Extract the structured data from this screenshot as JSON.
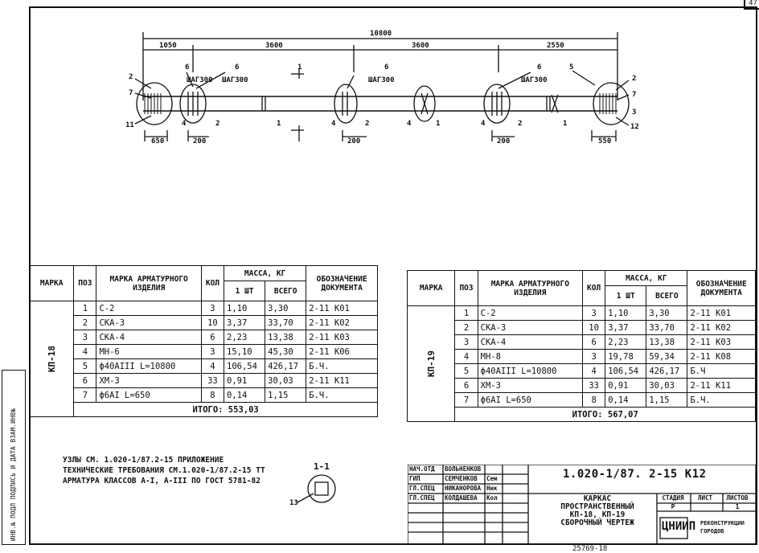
{
  "page_number": "47",
  "drawing": {
    "total_length": "10800",
    "span_1": "1050",
    "span_2": "3600",
    "span_3": "3600",
    "span_4": "2550",
    "step_left": "ШАГ300",
    "step_left2": "ШАГ300",
    "step_mid": "ШАГ300",
    "step_right": "ШАГ300",
    "dim_650": "650",
    "dim_550": "550",
    "dim_200a": "200",
    "dim_200b": "200",
    "dim_200c": "200",
    "pos_labels": [
      "2",
      "7",
      "11",
      "6",
      "6",
      "4",
      "2",
      "1",
      "1",
      "6",
      "4",
      "2",
      "4",
      "1",
      "6",
      "4",
      "2",
      "1",
      "5",
      "2",
      "7",
      "3",
      "12"
    ]
  },
  "table_columns": {
    "marka": "МАРКА",
    "poz": "ПОЗ",
    "item_mark": "МАРКА АРМАТУРНОГО ИЗДЕЛИЯ",
    "kol": "КОЛ",
    "mass": "МАССА, КГ",
    "one": "1 ШТ",
    "total": "ВСЕГО",
    "doc": "ОБОЗНАЧЕНИЕ ДОКУМЕНТА"
  },
  "table_left": {
    "mark": "КП-18",
    "rows": [
      {
        "poz": "1",
        "item": "С-2",
        "kol": "3",
        "one": "1,10",
        "total": "3,30",
        "doc": "2-11 К01"
      },
      {
        "poz": "2",
        "item": "СКА-3",
        "kol": "10",
        "one": "3,37",
        "total": "33,70",
        "doc": "2-11 К02"
      },
      {
        "poz": "3",
        "item": "СКА-4",
        "kol": "6",
        "one": "2,23",
        "total": "13,38",
        "doc": "2-11 К03"
      },
      {
        "poz": "4",
        "item": "МН-6",
        "kol": "3",
        "one": "15,10",
        "total": "45,30",
        "doc": "2-11 К06"
      },
      {
        "poz": "5",
        "item": "ф40АIII L=10800",
        "kol": "4",
        "one": "106,54",
        "total": "426,17",
        "doc": "Б.Ч."
      },
      {
        "poz": "6",
        "item": "ХМ-3",
        "kol": "33",
        "one": "0,91",
        "total": "30,03",
        "doc": "2-11 К11"
      },
      {
        "poz": "7",
        "item": "ф6АI L=650",
        "kol": "8",
        "one": "0,14",
        "total": "1,15",
        "doc": "Б.Ч."
      }
    ],
    "itogo": "ИТОГО: 553,03"
  },
  "table_right": {
    "mark": "КП-19",
    "rows": [
      {
        "poz": "1",
        "item": "С-2",
        "kol": "3",
        "one": "1,10",
        "total": "3,30",
        "doc": "2-11 К01"
      },
      {
        "poz": "2",
        "item": "СКА-3",
        "kol": "10",
        "one": "3,37",
        "total": "33,70",
        "doc": "2-11 К02"
      },
      {
        "poz": "3",
        "item": "СКА-4",
        "kol": "6",
        "one": "2,23",
        "total": "13,38",
        "doc": "2-11 К03"
      },
      {
        "poz": "4",
        "item": "МН-8",
        "kol": "3",
        "one": "19,78",
        "total": "59,34",
        "doc": "2-11 К08"
      },
      {
        "poz": "5",
        "item": "ф40АIII L=10800",
        "kol": "4",
        "one": "106,54",
        "total": "426,17",
        "doc": "Б.Ч"
      },
      {
        "poz": "6",
        "item": "ХМ-3",
        "kol": "33",
        "one": "0,91",
        "total": "30,03",
        "doc": "2-11 К11"
      },
      {
        "poz": "7",
        "item": "ф6АI L=650",
        "kol": "8",
        "one": "0,14",
        "total": "1,15",
        "doc": "Б.Ч."
      }
    ],
    "itogo": "ИТОГО: 567,07"
  },
  "notes": [
    "УЗЛЫ СМ. 1.020-1/87.2-15 ПРИЛОЖЕНИЕ",
    "ТЕХНИЧЕСКИЕ ТРЕБОВАНИЯ СМ.1.020-1/87.2-15 ТТ",
    "АРМАТУРА КЛАССОВ А-I, А-III ПО ГОСТ 5781-82"
  ],
  "section": {
    "label": "1-1",
    "callout": "13"
  },
  "side_strip": "ИНВ.№ ПОДЛ  ПОДПИСЬ И ДАТА  ВЗАМ.ИНВ№",
  "stamp": {
    "code": "1.020-1/87. 2-15 К12",
    "roles": [
      {
        "role": "НАЧ.ОТД",
        "name": "ВОЛЬНЕНКОВ",
        "sign": ""
      },
      {
        "role": "ГИП",
        "name": "СЕМЧЕНКОВ",
        "sign": "Сем"
      },
      {
        "role": "ГЛ.СПЕЦ",
        "name": "НИКАНОРОВА",
        "sign": "Ник"
      },
      {
        "role": "ГЛ.СПЕЦ",
        "name": "КОЛДАШЕВА",
        "sign": "Кол"
      }
    ],
    "title_lines": [
      "КАРКАС",
      "ПРОСТРАНСТВЕННЫЙ",
      "КП-18, КП-19",
      "СБОРОЧНЫЙ ЧЕРТЕЖ"
    ],
    "stage_header": "СТАДИЯ",
    "sheet_header": "ЛИСТ",
    "sheets_header": "ЛИСТОВ",
    "stage": "Р",
    "sheet": "",
    "sheets": "1",
    "org_logo": "ЦНИИП",
    "org_text": "РЕКОНСТРУКЦИИ ГОРОДОВ"
  },
  "bottom_number": "25769-18"
}
